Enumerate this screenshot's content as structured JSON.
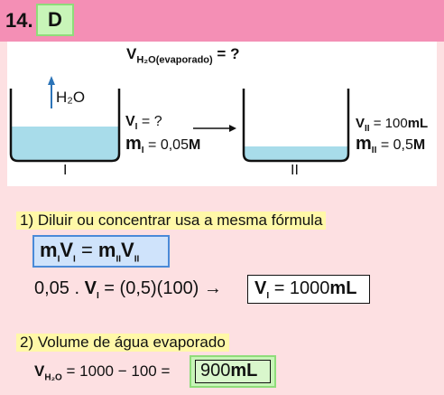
{
  "header": {
    "number": "14.",
    "answer": "D"
  },
  "question": {
    "lhs": "V",
    "sub": "H₂O(evaporado)",
    "rhs": "= ?"
  },
  "vapor_label": "H₂O",
  "beaker1": {
    "v_label": "V",
    "v_sub": "I",
    "v_val": "= ?",
    "m_label": "m",
    "m_sub": "I",
    "m_val": "= 0,05",
    "m_unit": "M",
    "roman": "I"
  },
  "beaker2": {
    "v_label": "V",
    "v_sub": "II",
    "v_val": "= 100",
    "v_unit": "mL",
    "m_label": "m",
    "m_sub": "II",
    "m_val": "= 0,5",
    "m_unit": "M",
    "roman": "II"
  },
  "section1": {
    "title": "1) Diluir ou concentrar usa a mesma fórmula",
    "formula": {
      "m1": "m",
      "s1": "I",
      "v1": "V",
      "s2": "I",
      "eq": "=",
      "m2": "m",
      "s3": "II",
      "v2": "V",
      "s4": "II"
    },
    "calc": {
      "lhs": "0,05 .",
      "v": "V",
      "vsub": "I",
      "mid": "= (0,5)(100)",
      "arrow": "→",
      "res_v": "V",
      "res_sub": "I",
      "res": "= 1000",
      "res_unit": "mL"
    }
  },
  "section2": {
    "title": "2) Volume de água evaporado",
    "lhs": "V",
    "lhs_sub": "H₂O",
    "expr": "= 1000 − 100 =",
    "answer": "900",
    "answer_unit": "mL"
  },
  "colors": {
    "header": "#f48fb5",
    "answer_box": "#c8f5b8",
    "water": "#a8dcea",
    "background": "#fde0e2",
    "title_highlight": "#fff8a8",
    "formula_box": "#cfe3fb"
  }
}
